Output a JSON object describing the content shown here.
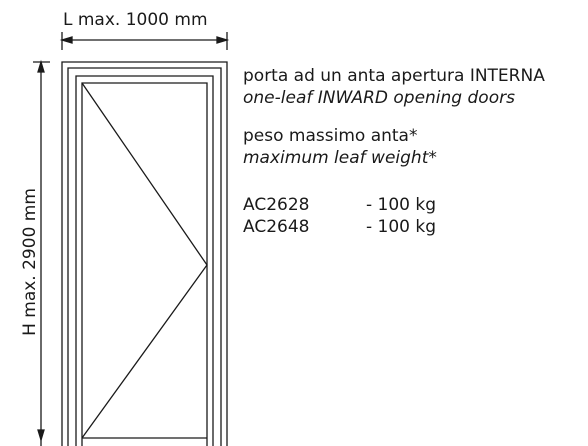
{
  "dimensions": {
    "width_label": "L max. 1000 mm",
    "height_label": "H max. 2900 mm"
  },
  "description": {
    "title_it": "porta ad un anta apertura INTERNA",
    "title_en": "one-leaf INWARD opening doors",
    "weight_it": "peso massimo anta*",
    "weight_en": "maximum leaf weight*"
  },
  "models": [
    {
      "code": "AC2628",
      "weight": "- 100 kg"
    },
    {
      "code": "AC2648",
      "weight": "- 100 kg"
    }
  ]
}
